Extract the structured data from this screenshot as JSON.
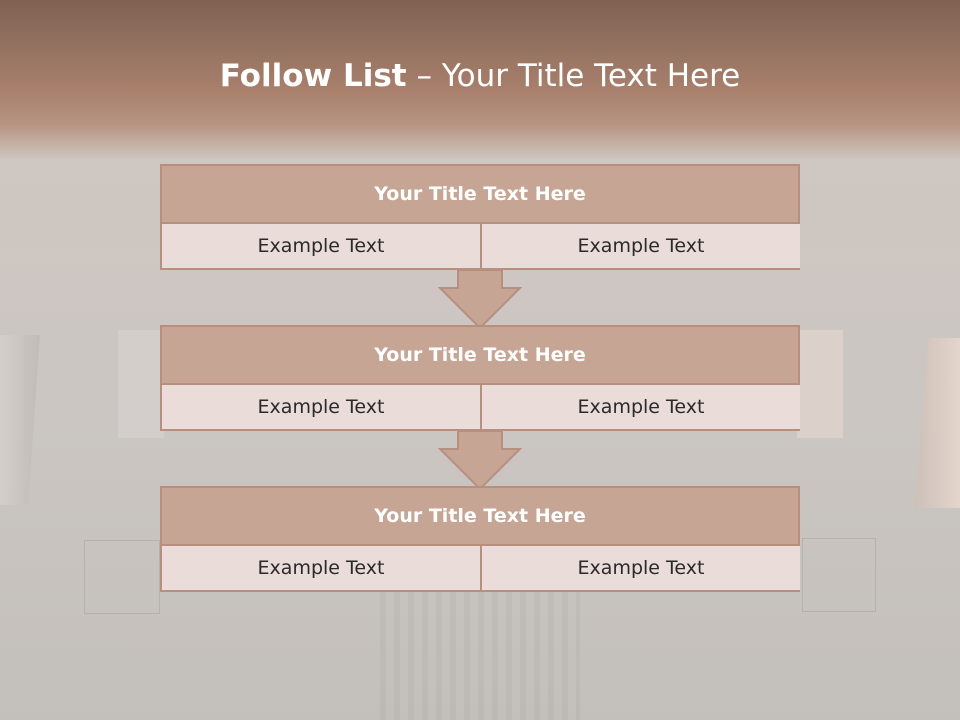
{
  "slide": {
    "title_bold": "Follow List",
    "title_rest": " – Your Title Text Here"
  },
  "cards": [
    {
      "title": "Your Title Text Here",
      "left": "Example Text",
      "right": "Example Text"
    },
    {
      "title": "Your Title Text Here",
      "left": "Example Text",
      "right": "Example Text"
    },
    {
      "title": "Your Title Text Here",
      "left": "Example Text",
      "right": "Example Text"
    }
  ],
  "colors": {
    "accent": "#b78f7e",
    "header_fill": "#c6a595",
    "cell_fill": "#eadcd8",
    "title_text": "#ffffff"
  },
  "icons": [
    "arrow-down-icon",
    "arrow-down-icon"
  ]
}
